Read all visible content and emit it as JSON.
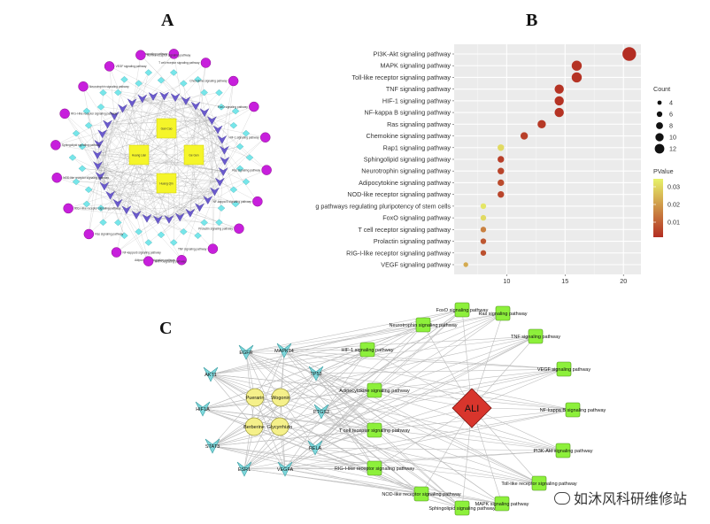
{
  "panels": {
    "a": "A",
    "b": "B",
    "c": "C"
  },
  "network_a": {
    "herbs": [
      "Gan Cao",
      "Huang Lian",
      "Ge Gen",
      "Huang Qin"
    ],
    "outer_pathways": [
      "Rap1 signaling pathway",
      "T cell receptor signaling pathway",
      "Chemokine signaling pathway",
      "FoxO signaling pathway",
      "HIF-1 signaling pathway",
      "Ras signaling pathway",
      "NF-kappa B signaling pathway",
      "Prolactin signaling pathway",
      "TNF signaling pathway",
      "Adipocytokine signaling pathway",
      "MAPK signaling pathway",
      "NF-kappa B signaling pathway",
      "Ras signaling pathway",
      "RIG-I-like receptor signaling pathway",
      "NOD-like receptor signaling pathway",
      "Sphingolipid signaling pathway",
      "RIG-I-like receptor signaling pathway",
      "Neurotrophin signaling pathway",
      "VEGF signaling pathway",
      "Toll-like receptor signaling pathway"
    ]
  },
  "chart_data": {
    "type": "scatter",
    "categories": [
      "PI3K-Akt signaling pathway",
      "MAPK signaling pathway",
      "Toll-like receptor signaling pathway",
      "TNF signaling pathway",
      "HIF-1 signaling pathway",
      "NF-kappa B signaling pathway",
      "Ras signaling pathway",
      "Chemokine signaling pathway",
      "Rap1 signaling pathway",
      "Sphingolipid signaling pathway",
      "Neurotrophin signaling pathway",
      "Adipocytokine signaling pathway",
      "NOD-like receptor signaling pathway",
      "Signaling pathways regulating pluripotency of stem cells",
      "FoxO signaling pathway",
      "T cell receptor signaling pathway",
      "Prolactin signaling pathway",
      "RIG-I-like receptor signaling pathway",
      "VEGF signaling pathway"
    ],
    "category_display": [
      "PI3K-Akt signaling pathway",
      "MAPK signaling pathway",
      "Toll-like receptor signaling pathway",
      "TNF signaling pathway",
      "HIF-1 signaling pathway",
      "NF-kappa B signaling pathway",
      "Ras signaling pathway",
      "Chemokine signaling pathway",
      "Rap1 signaling pathway",
      "Sphingolipid signaling pathway",
      "Neurotrophin signaling pathway",
      "Adipocytokine signaling pathway",
      "NOD-like receptor signaling pathway",
      "g pathways regulating pluripotency of stem cells",
      "FoxO signaling pathway",
      "T cell receptor signaling pathway",
      "Prolactin signaling pathway",
      "RIG-I-like receptor signaling pathway",
      "VEGF signaling pathway"
    ],
    "x": [
      20.5,
      16,
      16,
      14.5,
      14.5,
      14.5,
      13,
      11.5,
      9.5,
      9.5,
      9.5,
      9.5,
      9.5,
      8,
      8,
      8,
      8,
      8,
      6.5
    ],
    "count": [
      13,
      9,
      9,
      8,
      8,
      8,
      7,
      6,
      5,
      5,
      5,
      5,
      5,
      4,
      4,
      4,
      4,
      4,
      3
    ],
    "pvalue": [
      0.001,
      0.002,
      0.002,
      0.002,
      0.002,
      0.002,
      0.003,
      0.004,
      0.03,
      0.004,
      0.005,
      0.006,
      0.005,
      0.032,
      0.03,
      0.015,
      0.008,
      0.007,
      0.022
    ],
    "xlim": [
      5.5,
      21.5
    ],
    "xticks": [
      "10",
      "15",
      "20"
    ],
    "xtick_values": [
      10,
      15,
      20
    ],
    "legend_count_title": "Count",
    "legend_count": [
      "4",
      "6",
      "8",
      "10",
      "12"
    ],
    "legend_count_values": [
      4,
      6,
      8,
      10,
      12
    ],
    "legend_p_title": "PValue",
    "legend_p": [
      "0.03",
      "0.02",
      "0.01"
    ],
    "legend_p_values": [
      0.03,
      0.02,
      0.01
    ],
    "colors": {
      "low": "#b32d22",
      "high": "#e7f26a"
    }
  },
  "network_c": {
    "center": "ALI",
    "targets": [
      "EGFR",
      "MAPK14",
      "AKT1",
      "HIF1A",
      "STAT3",
      "ESR1",
      "PTGS2",
      "TP53",
      "VEGFA",
      "RELA"
    ],
    "compounds": [
      "Puerarin",
      "Wogonin",
      "Berberine",
      "Glycyrrhizin"
    ],
    "pathways": [
      "FoxO signaling pathway",
      "Ras signaling pathway",
      "Neurotrophin signaling pathway",
      "TNF signaling pathway",
      "HIF-1 signaling pathway",
      "VEGF signaling pathway",
      "Adipocytokine signaling pathway",
      "NF-kappa B signaling pathway",
      "T cell receptor signaling pathway",
      "PI3K-Akt signaling pathway",
      "RIG-I-like receptor signaling pathway",
      "Toll-like receptor signaling pathway",
      "NOD-like receptor signaling pathway",
      "MAPK signaling pathway",
      "Sphingolipid signaling pathway"
    ]
  },
  "watermark": "如沐风科研维修站"
}
